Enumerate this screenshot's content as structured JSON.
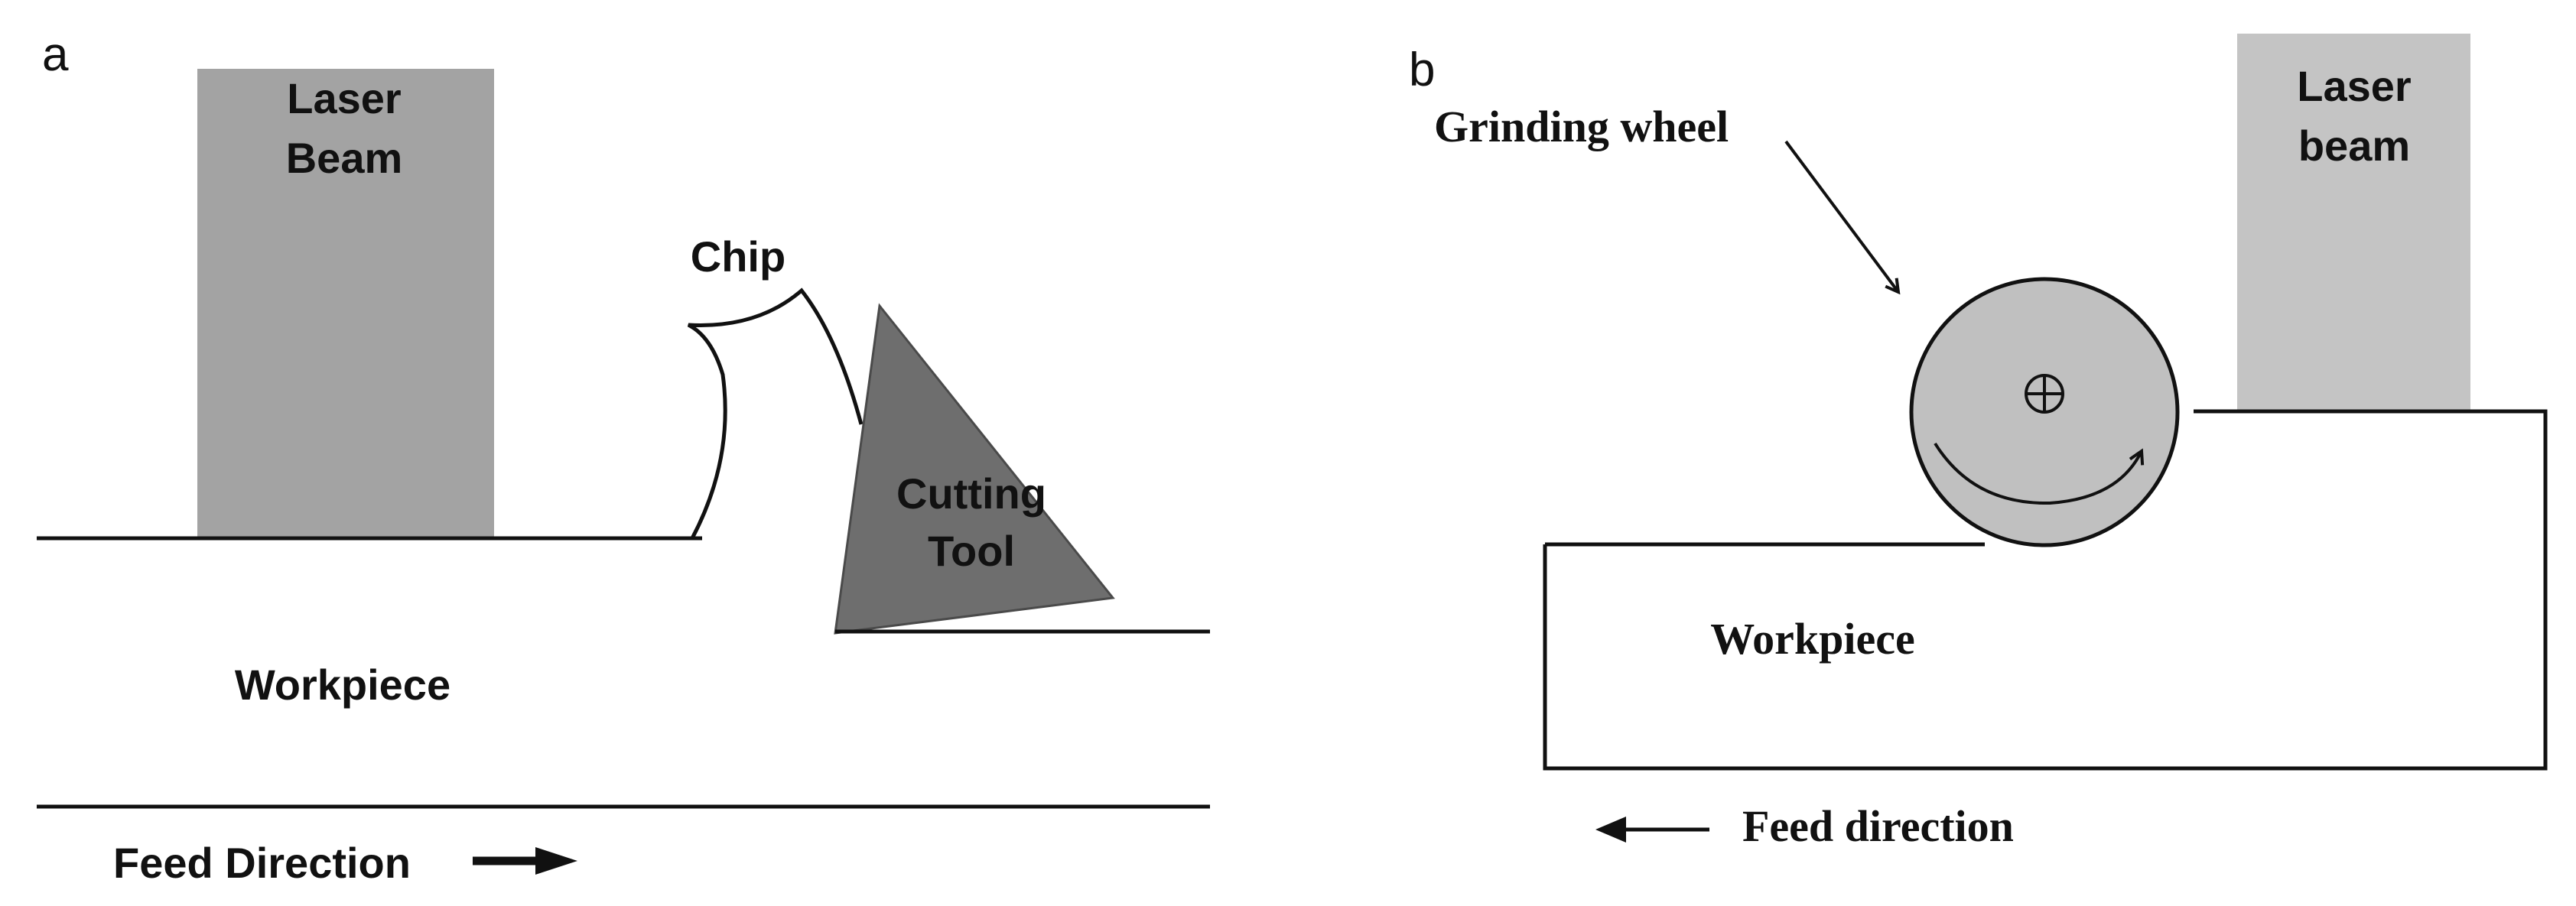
{
  "panel_a": {
    "label": "a",
    "laser_label_line1": "Laser",
    "laser_label_line2": "Beam",
    "chip_label": "Chip",
    "tool_label_line1": "Cutting",
    "tool_label_line2": "Tool",
    "workpiece_label": "Workpiece",
    "feed_label": "Feed Direction"
  },
  "panel_b": {
    "label": "b",
    "grinding_wheel_label": "Grinding wheel",
    "laser_label_line1": "Laser",
    "laser_label_line2": "beam",
    "workpiece_label": "Workpiece",
    "feed_label": "Feed direction"
  },
  "colors": {
    "laser_a": "#a3a3a3",
    "laser_b": "#c4c4c4",
    "tool": "#6e6e6e",
    "wheel": "#c0c0c0",
    "line": "#111111"
  }
}
